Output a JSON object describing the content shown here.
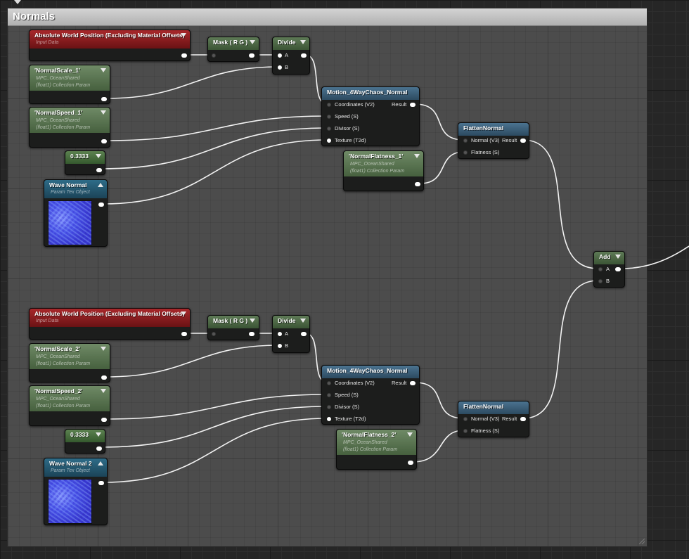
{
  "comment": {
    "title": "Normals"
  },
  "colors": {
    "wire": "#f2f2f2",
    "input_data_header": "#a8282b",
    "collection_param_header": "#6f8a66",
    "function_header": "#4b7390",
    "texture_header": "#2e6c88"
  },
  "groups": [
    {
      "world_position": {
        "title": "Absolute World Position (Excluding Material Offsets)",
        "subtitle": "Input Data"
      },
      "mask": {
        "title": "Mask ( R G )"
      },
      "divide": {
        "title": "Divide",
        "pin_a": "A",
        "pin_b": "B"
      },
      "normal_scale": {
        "title": "'NormalScale_1'",
        "sub1": "MPC_OceanShared",
        "sub2": "(float1) Collection Param"
      },
      "normal_speed": {
        "title": "'NormalSpeed_1'",
        "sub1": "MPC_OceanShared",
        "sub2": "(float1) Collection Param"
      },
      "constant": {
        "value": "0.3333"
      },
      "wave_normal": {
        "title": "Wave Normal",
        "subtitle": "Param Tex Object"
      },
      "motion": {
        "title": "Motion_4WayChaos_Normal",
        "in_coordinates": "Coordinates (V2)",
        "in_speed": "Speed (S)",
        "in_divisor": "Divisor (S)",
        "in_texture": "Texture (T2d)",
        "out_result": "Result"
      },
      "normal_flatness": {
        "title": "'NormalFlatness_1'",
        "sub1": "MPC_OceanShared",
        "sub2": "(float1) Collection Param"
      },
      "flatten": {
        "title": "FlattenNormal",
        "in_normal": "Normal (V3)",
        "in_flatness": "Flatness (S)",
        "out_result": "Result"
      }
    },
    {
      "world_position": {
        "title": "Absolute World Position (Excluding Material Offsets)",
        "subtitle": "Input Data"
      },
      "mask": {
        "title": "Mask ( R G )"
      },
      "divide": {
        "title": "Divide",
        "pin_a": "A",
        "pin_b": "B"
      },
      "normal_scale": {
        "title": "'NormalScale_2'",
        "sub1": "MPC_OceanShared",
        "sub2": "(float1) Collection Param"
      },
      "normal_speed": {
        "title": "'NormalSpeed_2'",
        "sub1": "MPC_OceanShared",
        "sub2": "(float1) Collection Param"
      },
      "constant": {
        "value": "0.3333"
      },
      "wave_normal": {
        "title": "Wave Normal 2",
        "subtitle": "Param Tex Object"
      },
      "motion": {
        "title": "Motion_4WayChaos_Normal",
        "in_coordinates": "Coordinates (V2)",
        "in_speed": "Speed (S)",
        "in_divisor": "Divisor (S)",
        "in_texture": "Texture (T2d)",
        "out_result": "Result"
      },
      "normal_flatness": {
        "title": "'NormalFlatness_2'",
        "sub1": "MPC_OceanShared",
        "sub2": "(float1) Collection Param"
      },
      "flatten": {
        "title": "FlattenNormal",
        "in_normal": "Normal (V3)",
        "in_flatness": "Flatness (S)",
        "out_result": "Result"
      }
    }
  ],
  "add": {
    "title": "Add",
    "pin_a": "A",
    "pin_b": "B"
  }
}
